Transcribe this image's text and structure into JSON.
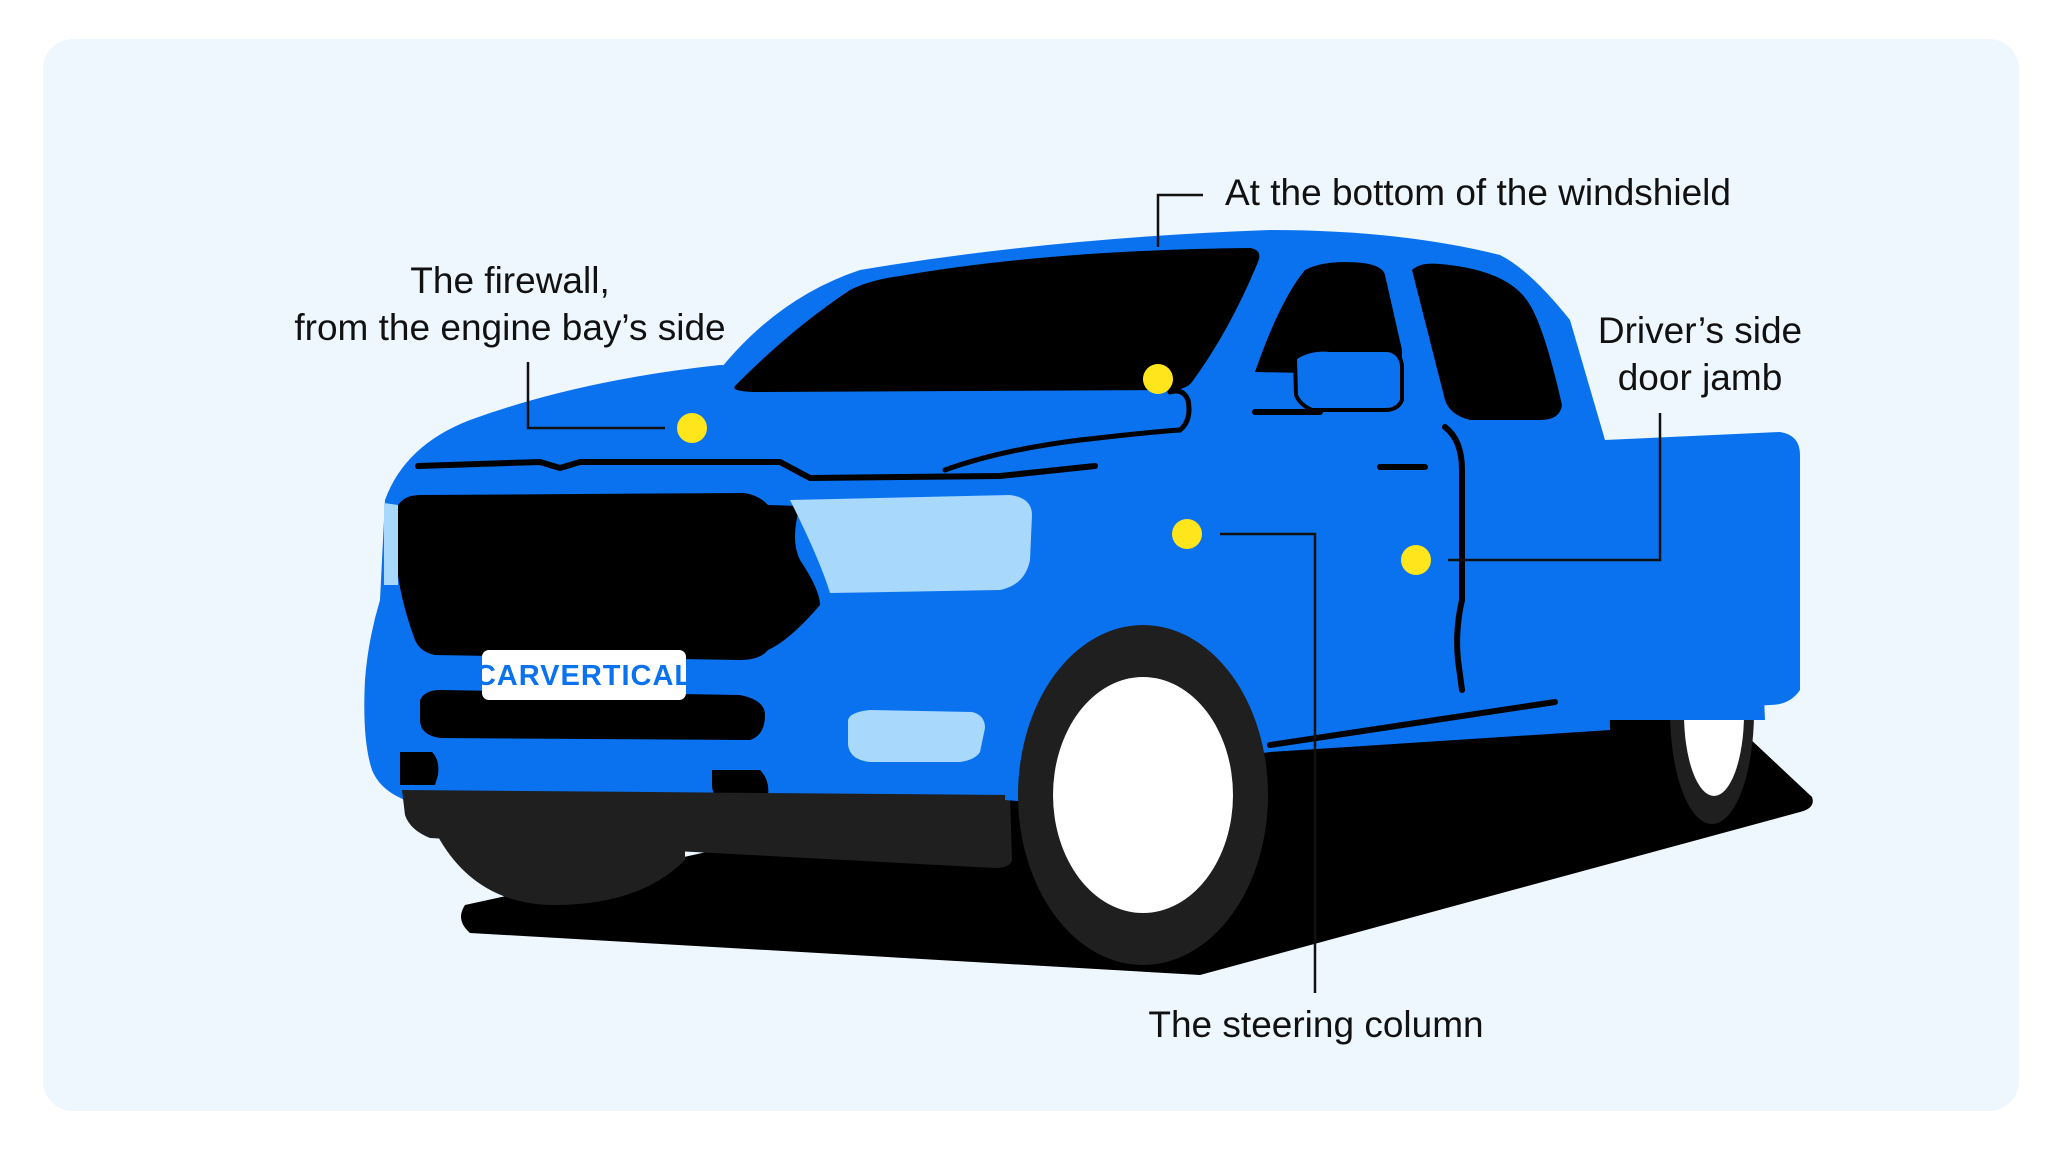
{
  "colors": {
    "background": "#eef6fe",
    "truck_body": "#0b72ef",
    "window": "#000000",
    "headlight": "#a8d8fb",
    "marker": "#ffe51c",
    "tire": "#1f1f1f",
    "rim": "#ffffff",
    "leader_line": "#111111"
  },
  "logo": {
    "text": "CARVERTICAL",
    "icon": "carvertical-logo"
  },
  "labels": {
    "windshield": "At the bottom of the windshield",
    "firewall_line1": "The firewall,",
    "firewall_line2": "from the engine bay’s side",
    "door_jamb_line1": "Driver’s side",
    "door_jamb_line2": "door jamb",
    "steering_column": "The steering column"
  }
}
